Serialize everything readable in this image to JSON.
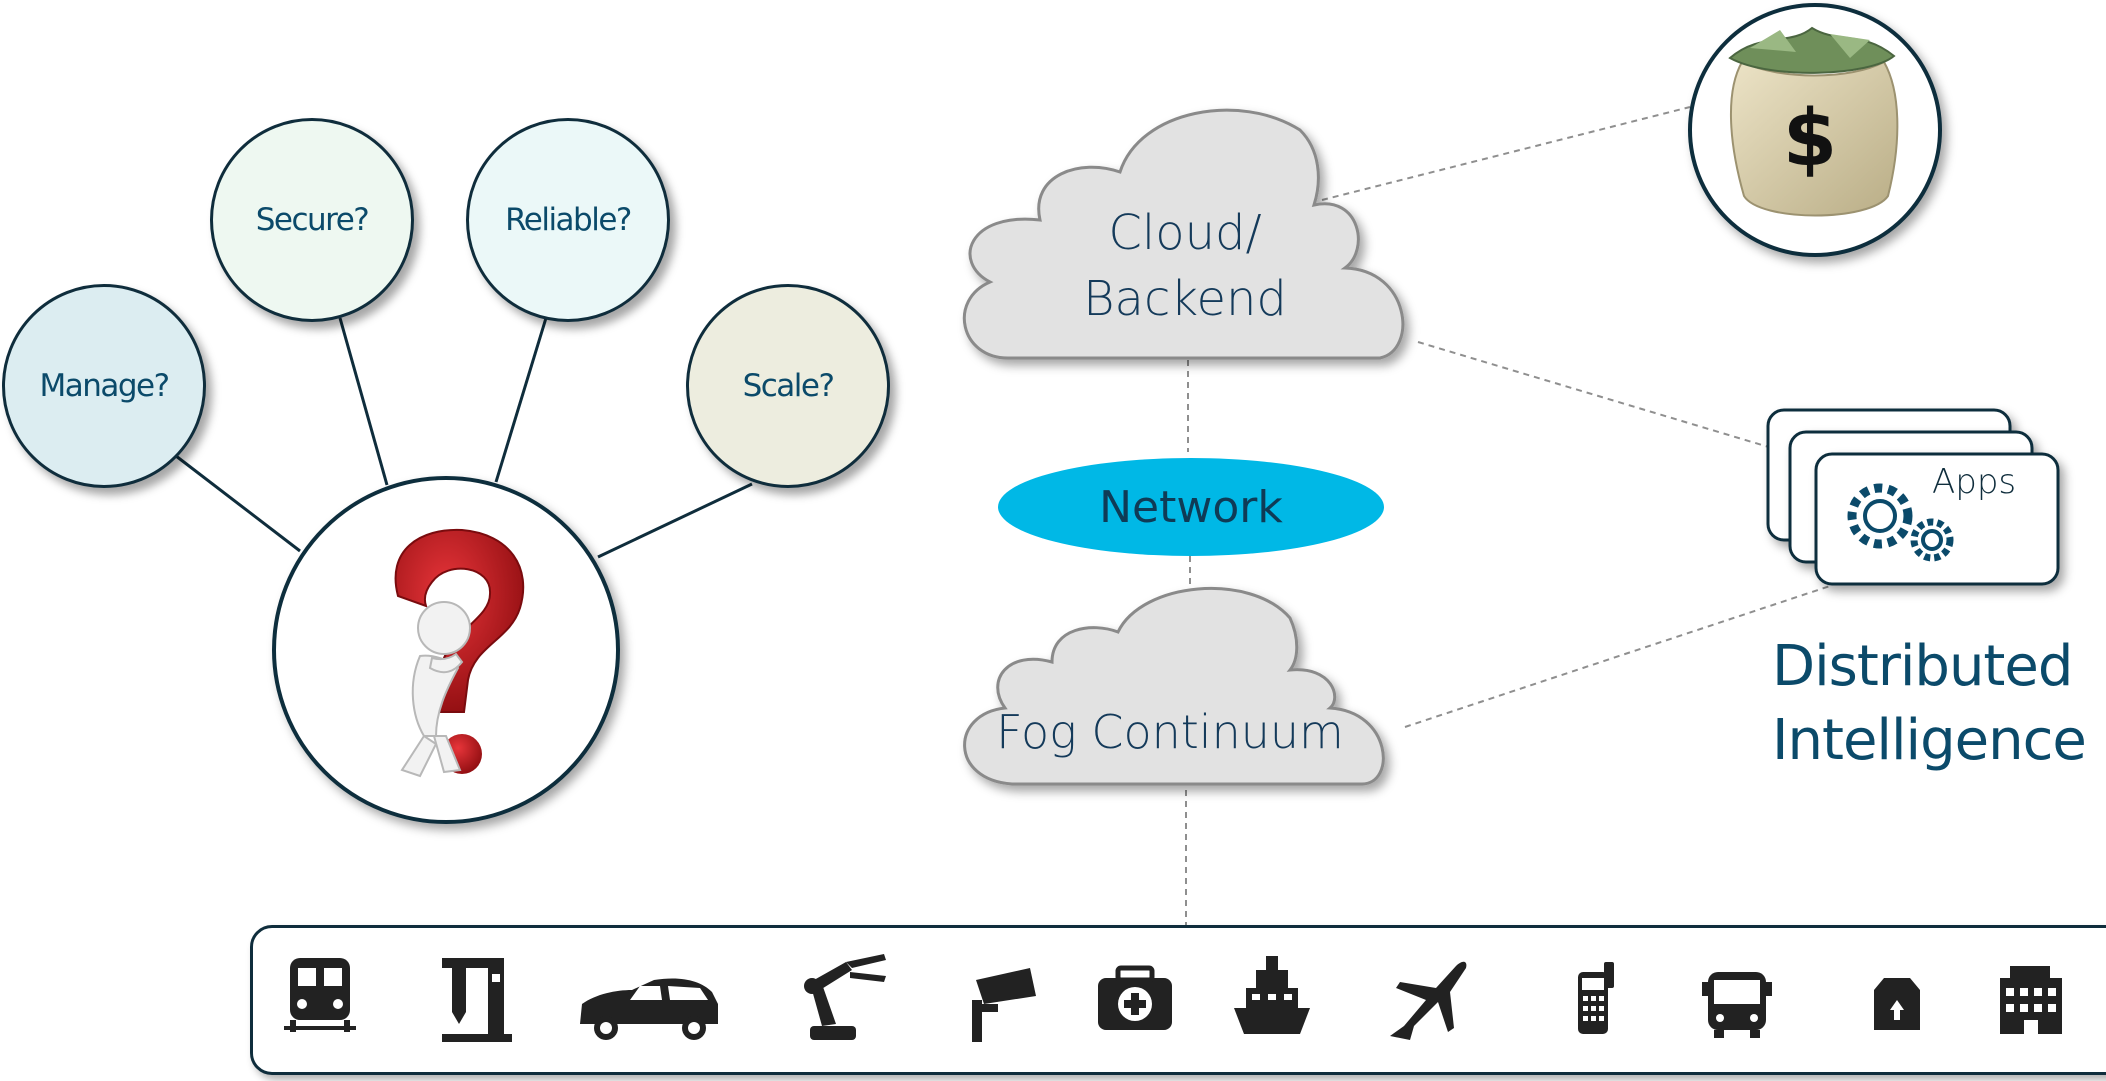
{
  "questions": {
    "manage": "Manage?",
    "secure": "Secure?",
    "reliable": "Reliable?",
    "scale": "Scale?"
  },
  "clouds": {
    "backend_line1": "Cloud/",
    "backend_line2": "Backend",
    "fog": "Fog Continuum"
  },
  "network": "Network",
  "apps": "Apps",
  "distributed_intelligence": [
    "Distributed",
    "Intelligence"
  ],
  "devices": [
    "train-icon",
    "industrial-machine-icon",
    "car-icon",
    "robot-arm-icon",
    "security-camera-icon",
    "medical-kit-icon",
    "ship-icon",
    "airplane-icon",
    "payment-terminal-icon",
    "bus-icon",
    "package-icon",
    "building-icon"
  ],
  "colors": {
    "network": "#00b8e6",
    "text_blue": "#0b4a6a",
    "outline": "#0f2d3c",
    "cloud_fill": "#e2e2e2",
    "question_mark": "#c0161b"
  }
}
